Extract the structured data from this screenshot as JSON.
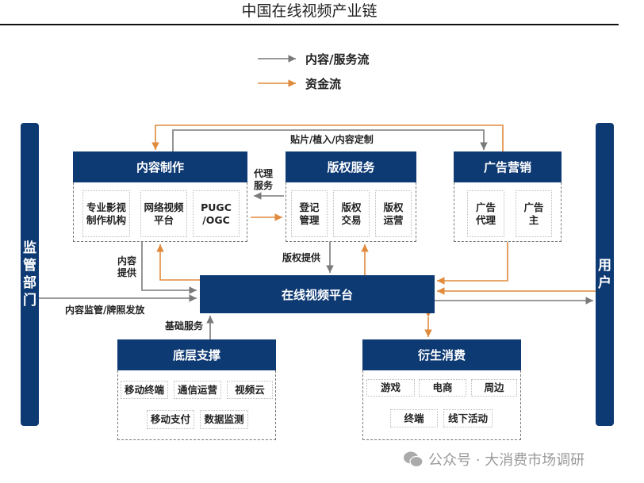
{
  "title": "中国在线视频产业链",
  "legend": {
    "content_flow": "内容/服务流",
    "money_flow": "资金流",
    "content_color": "#7a7a7a",
    "money_color": "#e08a3c"
  },
  "side": {
    "regulator": "监\n管\n部\n门",
    "user": "用\n户"
  },
  "blocks": {
    "content": {
      "title": "内容制作",
      "items": [
        "专业影视\n制作机构",
        "网络视频\n平台",
        "PUGC\n/OGC"
      ]
    },
    "copyright": {
      "title": "版权服务",
      "items": [
        "登记\n管理",
        "版权\n交易",
        "版权\n运营"
      ]
    },
    "ads": {
      "title": "广告营销",
      "items": [
        "广告\n代理",
        "广告\n主"
      ]
    },
    "platform": {
      "title": "在线视频平台"
    },
    "base": {
      "title": "底层支撑",
      "items": [
        "移动终端",
        "通信运营",
        "视频云",
        "移动支付",
        "数据监测"
      ]
    },
    "derived": {
      "title": "衍生消费",
      "items": [
        "游戏",
        "电商",
        "周边",
        "终端",
        "线下活动"
      ]
    }
  },
  "labels": {
    "top_loop": "贴片/植入/内容定制",
    "agency": "代理\n服务",
    "content_supply": "内容\n提供",
    "copyright_supply": "版权提供",
    "regulation": "内容监管/牌照发放",
    "base_service": "基础服务"
  },
  "watermark": "公众号 · 大消费市场调研"
}
